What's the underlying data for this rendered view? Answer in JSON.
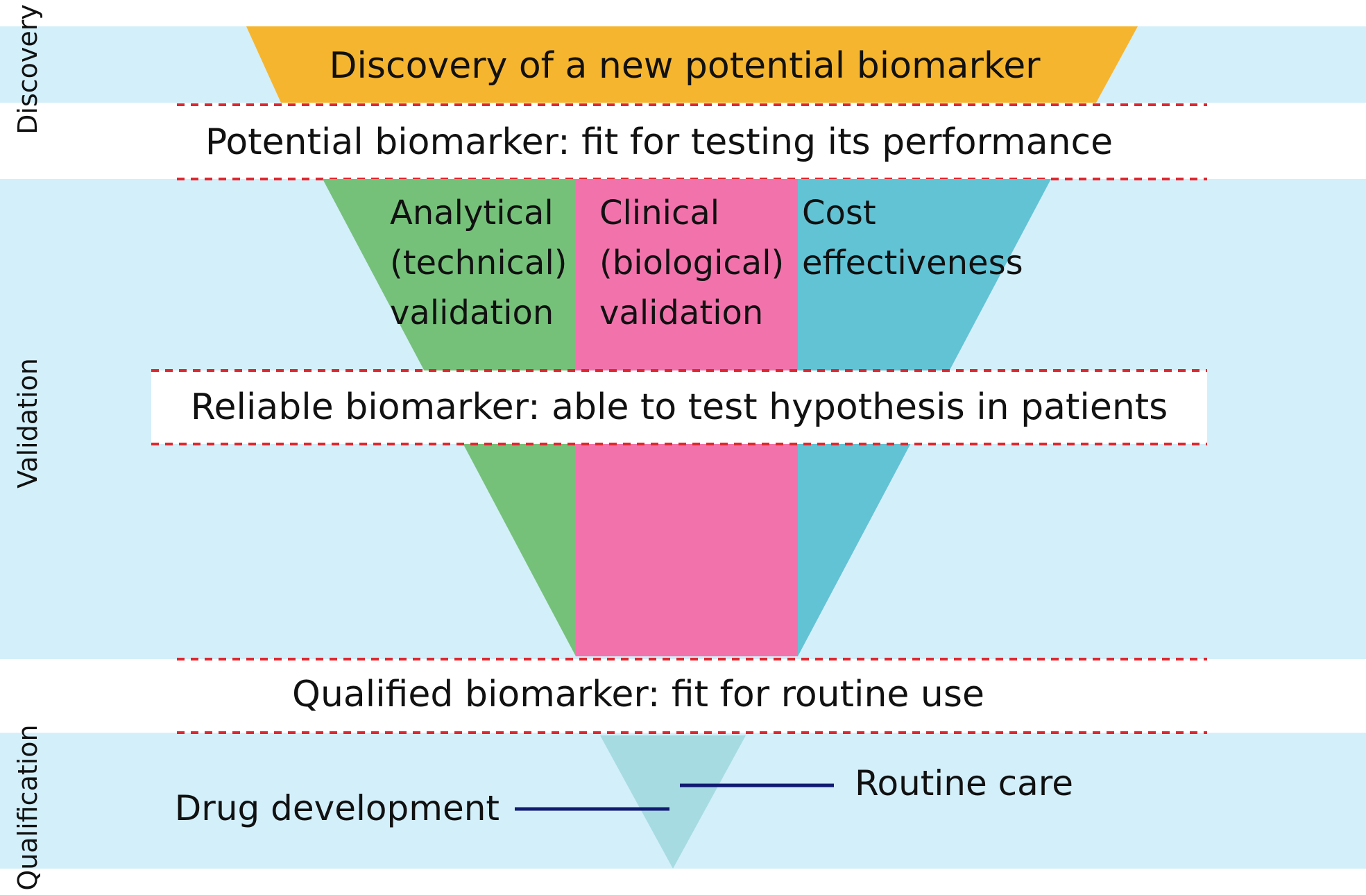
{
  "phases": {
    "discovery": "Discovery",
    "validation": "Validation",
    "qualification": "Qualification"
  },
  "stages": {
    "discovery": "Discovery of a new potential biomarker",
    "potential": "Potential biomarker: fit for testing its performance",
    "reliable": "Reliable biomarker: able to test hypothesis in patients",
    "qualified": "Qualified biomarker: fit for routine use"
  },
  "validation_columns": [
    {
      "lines": [
        "Analytical",
        "(technical)",
        "validation"
      ],
      "color": "#76c17a"
    },
    {
      "lines": [
        "Clinical",
        "(biological)",
        "validation"
      ],
      "color": "#f273ac"
    },
    {
      "lines": [
        "Cost",
        "effectiveness"
      ],
      "color": "#62c3d5"
    }
  ],
  "qualification": {
    "left_label": "Drug development",
    "right_label": "Routine care"
  },
  "colors": {
    "band": "#d3effa",
    "discovery_shape": "#f6b52e",
    "separator": "#e0262e",
    "qualification_triangle": "#a6dbe2",
    "connector": "#101a70"
  }
}
